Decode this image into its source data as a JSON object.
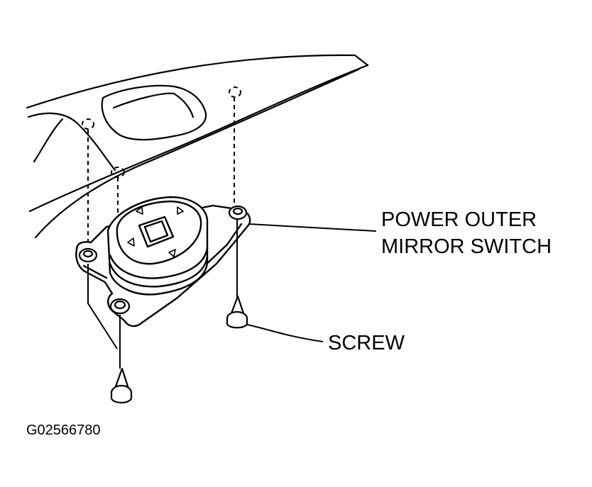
{
  "diagram": {
    "callouts": {
      "switch_line1": "POWER OUTER",
      "switch_line2": "MIRROR SWITCH",
      "screw": "SCREW"
    },
    "figure_id": "G02566780"
  },
  "colors": {
    "ink": "#000000",
    "paper": "#ffffff"
  }
}
